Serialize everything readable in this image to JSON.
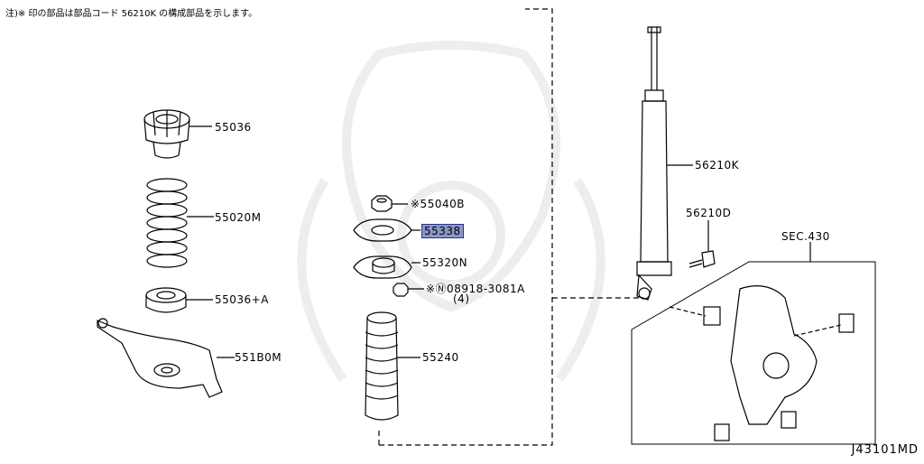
{
  "note": "注)※ 印の部品は部品コード 56210K の構成部品を示します。",
  "figure_id": "J43101MD",
  "labels": {
    "p55036": "55036",
    "p55020m": "55020M",
    "p55036a": "55036+A",
    "p551b0m": "551B0M",
    "p55040b": "※55040B",
    "p55338": "55338",
    "p55320n": "55320N",
    "p08918": "※Ⓝ08918-3081A",
    "p08918_qty": "(4)",
    "p55240": "55240",
    "p56210k": "56210K",
    "p56210d": "56210D",
    "sec430": "SEC.430"
  },
  "highlight_color": "#8a96c8"
}
